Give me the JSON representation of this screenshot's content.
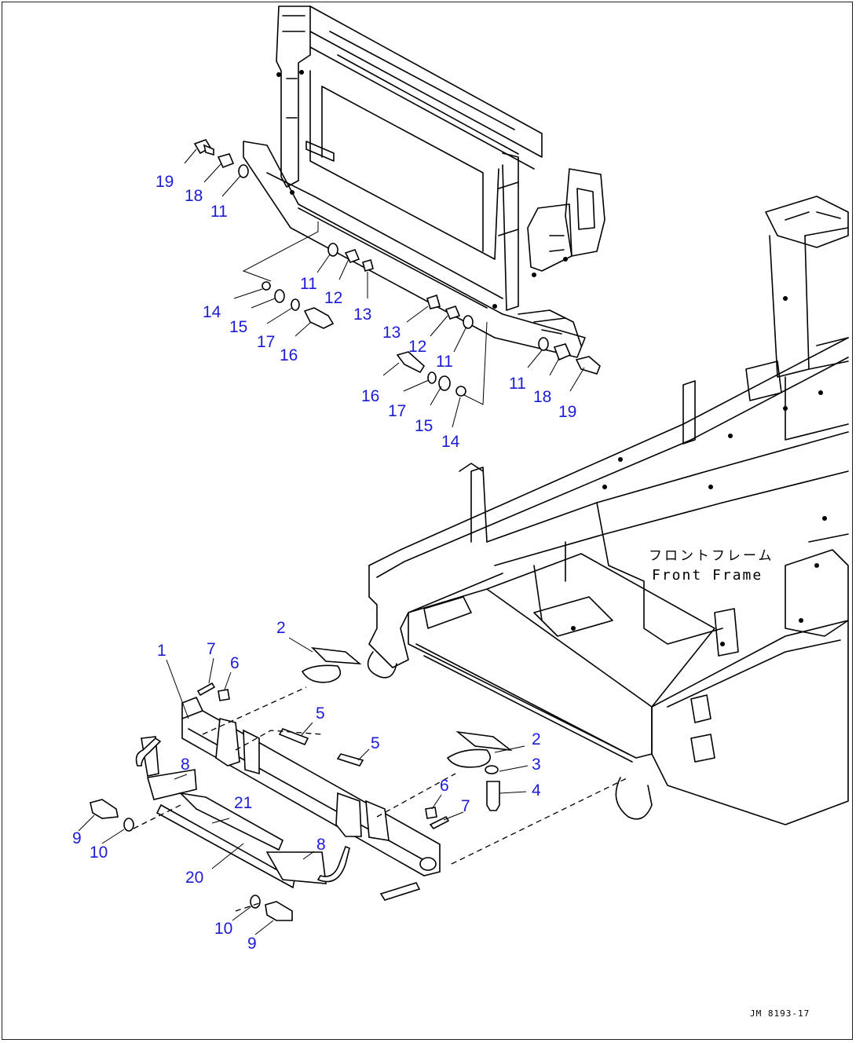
{
  "frame_label": {
    "japanese": "フロントフレーム",
    "english": "Front Frame"
  },
  "drawing_code": "JM 8193-17",
  "callouts": {
    "c1": "1",
    "c2a": "2",
    "c2b": "2",
    "c3": "3",
    "c4": "4",
    "c5a": "5",
    "c5b": "5",
    "c6a": "6",
    "c6b": "6",
    "c7a": "7",
    "c7b": "7",
    "c8a": "8",
    "c8b": "8",
    "c9a": "9",
    "c9b": "9",
    "c10a": "10",
    "c10b": "10",
    "c11a": "11",
    "c11b": "11",
    "c11c": "11",
    "c11d": "11",
    "c12a": "12",
    "c12b": "12",
    "c13a": "13",
    "c13b": "13",
    "c14a": "14",
    "c14b": "14",
    "c15a": "15",
    "c15b": "15",
    "c16a": "16",
    "c16b": "16",
    "c17a": "17",
    "c17b": "17",
    "c18a": "18",
    "c18b": "18",
    "c19a": "19",
    "c19b": "19",
    "c20": "20",
    "c21": "21"
  },
  "colors": {
    "callout": "#1c1cd6",
    "line": "#000000",
    "background": "#ffffff"
  }
}
